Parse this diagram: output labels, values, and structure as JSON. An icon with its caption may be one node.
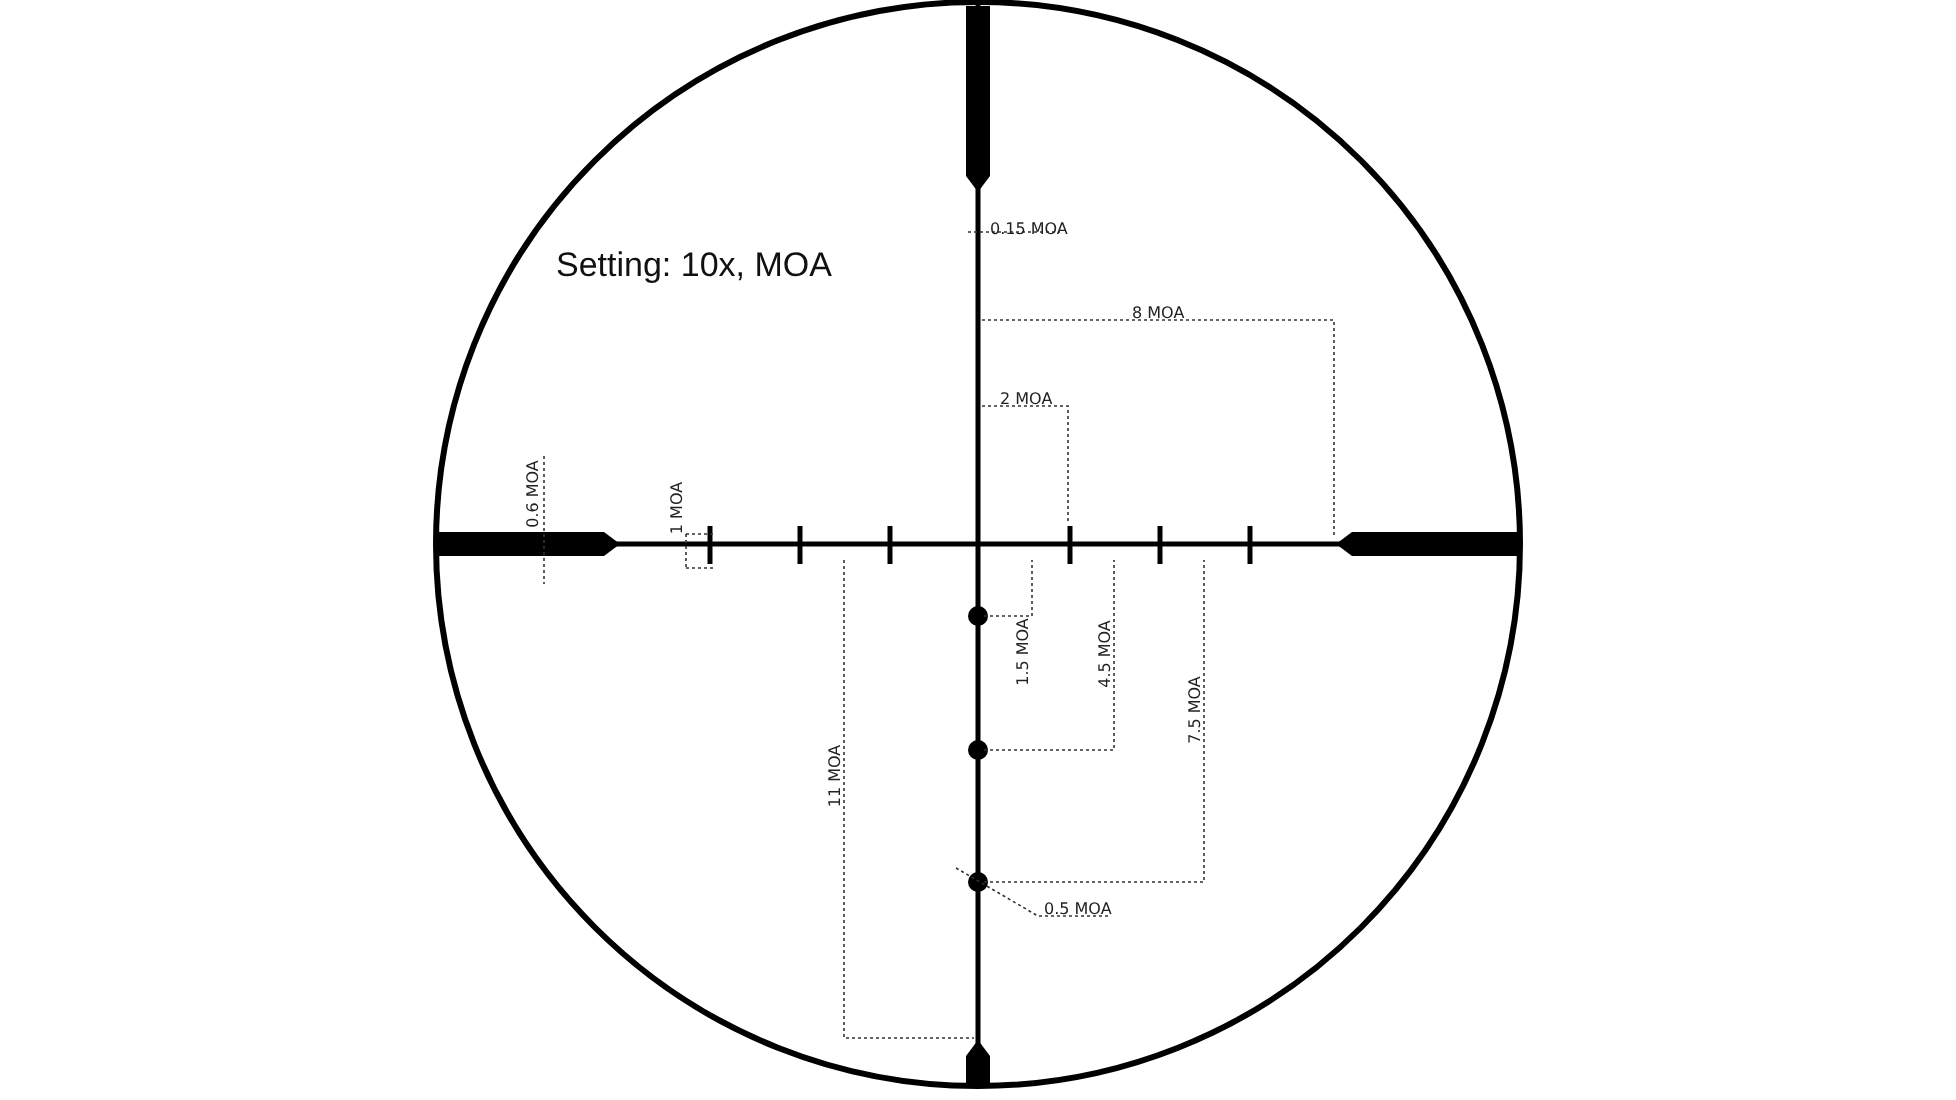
{
  "diagram": {
    "labels": [
      "0.15 MOA",
      "Setting: 10x, MOA",
      "8 MOA",
      "2 MOA",
      "0.6 MOA",
      "1 MOA",
      "1.5 MOA",
      "4.5 MOA",
      "7.5 MOA",
      "11 MOA",
      "0.5 MOA"
    ]
  }
}
